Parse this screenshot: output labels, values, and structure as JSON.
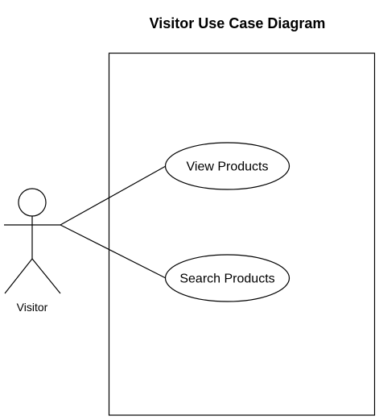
{
  "diagram": {
    "title": "Visitor Use Case Diagram",
    "actor": {
      "label": "Visitor"
    },
    "use_cases": [
      {
        "label": "View Products"
      },
      {
        "label": "Search Products"
      }
    ],
    "colors": {
      "stroke": "#000000",
      "background": "#ffffff"
    }
  }
}
